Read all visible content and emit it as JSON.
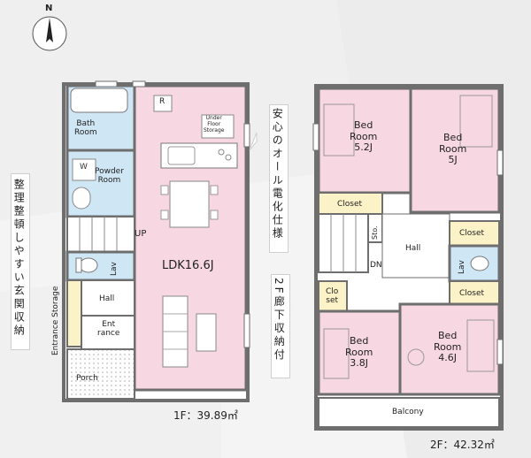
{
  "compass": {
    "label": "N"
  },
  "floor1": {
    "area": "1F：39.89㎡",
    "rooms": {
      "bath": [
        "Bath",
        "Room"
      ],
      "powder": [
        "Powder",
        "Room"
      ],
      "washer": "W",
      "ldk": "LDK16.6J",
      "underfloor": [
        "Under",
        "Floor",
        "Storage"
      ],
      "skylight": "R",
      "up": "UP",
      "lav": "Lav",
      "hall": "Hall",
      "entrance": [
        "Ent",
        "rance"
      ],
      "entrance_storage": "Entrance Storage",
      "porch": "Porch"
    },
    "note": "整理整頓しやすい玄関収納",
    "note2": "安心のオール電化仕様"
  },
  "floor2": {
    "area": "2F：42.32㎡",
    "rooms": {
      "bed_a": [
        "Bed",
        "Room",
        "5.2J"
      ],
      "bed_b": [
        "Bed",
        "Room",
        "5J"
      ],
      "bed_c": [
        "Bed",
        "Room",
        "3.8J"
      ],
      "bed_d": [
        "Bed",
        "Room",
        "4.6J"
      ],
      "closet_a": "Closet",
      "closet_b": "Closet",
      "closet_c": "Closet",
      "closet_d": [
        "Clo",
        "set"
      ],
      "sto": "Sto.",
      "hall": "Hall",
      "dn": "DN",
      "lav": "Lav",
      "balcony": "Balcony"
    },
    "note": "2F廊下収納付"
  },
  "colors": {
    "wall": "#6e6e6e",
    "pink": "#f7d7e2",
    "bath_blue": "#cfe7f5",
    "closet_yellow": "#fbf2c7",
    "floor_white": "#ffffff",
    "porch": "#eeeeee"
  }
}
